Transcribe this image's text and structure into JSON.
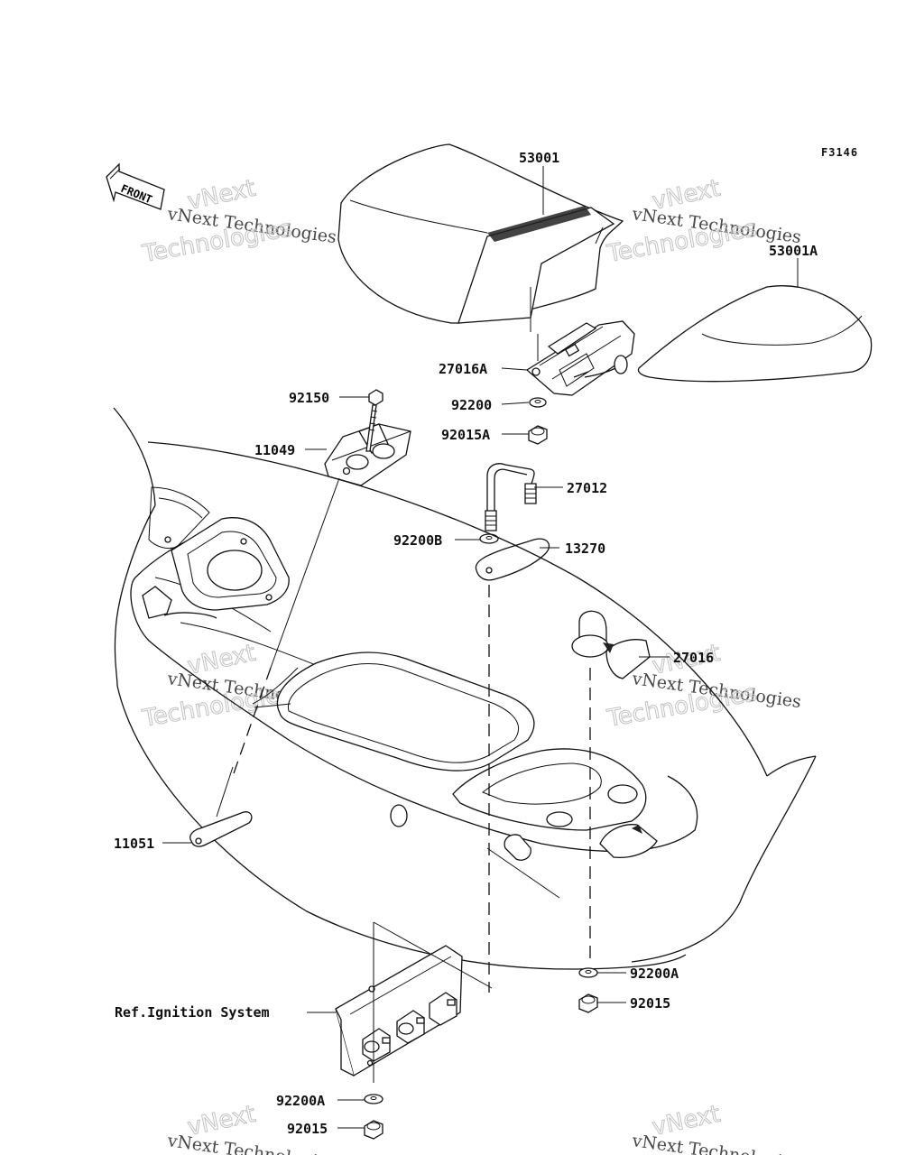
{
  "figure_code": "F3146",
  "front_label": "FRONT",
  "watermark": {
    "line1": "vNext",
    "line2": "vNext Technologies",
    "line3": "Technologies"
  },
  "parts": [
    {
      "id": "p53001",
      "label": "53001"
    },
    {
      "id": "p53001A",
      "label": "53001A"
    },
    {
      "id": "p27016A",
      "label": "27016A"
    },
    {
      "id": "p92200",
      "label": "92200"
    },
    {
      "id": "p92015A",
      "label": "92015A"
    },
    {
      "id": "p92150",
      "label": "92150"
    },
    {
      "id": "p11049",
      "label": "11049"
    },
    {
      "id": "p27012",
      "label": "27012"
    },
    {
      "id": "p92200B",
      "label": "92200B"
    },
    {
      "id": "p13270",
      "label": "13270"
    },
    {
      "id": "p27016",
      "label": "27016"
    },
    {
      "id": "p11051",
      "label": "11051"
    },
    {
      "id": "p92200A_r",
      "label": "92200A"
    },
    {
      "id": "p92015_r",
      "label": "92015"
    },
    {
      "id": "p92200A_b",
      "label": "92200A"
    },
    {
      "id": "p92015_b",
      "label": "92015"
    }
  ],
  "reference_label": "Ref.Ignition System"
}
